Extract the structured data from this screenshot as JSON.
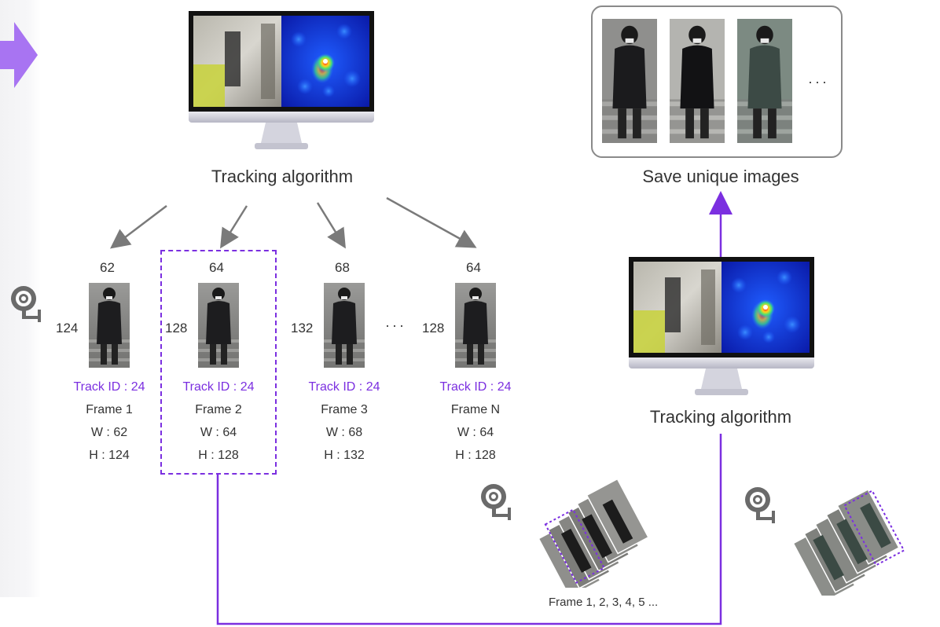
{
  "tracking_label_top": "Tracking algorithm",
  "tracking_label_right": "Tracking algorithm",
  "save_label": "Save unique images",
  "save_more": "···",
  "frames_caption": "Frame 1, 2, 3, 4, 5 ...",
  "mid_ellipsis": "···",
  "track_frames": [
    {
      "width": "62",
      "height": "124",
      "track": "Track ID : 24",
      "frame": "Frame 1",
      "w": "W : 62",
      "h": "H : 124"
    },
    {
      "width": "64",
      "height": "128",
      "track": "Track ID : 24",
      "frame": "Frame 2",
      "w": "W : 64",
      "h": "H : 128"
    },
    {
      "width": "68",
      "height": "132",
      "track": "Track ID : 24",
      "frame": "Frame 3",
      "w": "W : 68",
      "h": "H : 132"
    },
    {
      "width": "64",
      "height": "128",
      "track": "Track ID : 24",
      "frame": "Frame N",
      "w": "W : 64",
      "h": "H : 128"
    }
  ],
  "colors": {
    "accent": "#7b2fe0",
    "arrow_gray": "#7a7a7a",
    "text": "#333333"
  }
}
